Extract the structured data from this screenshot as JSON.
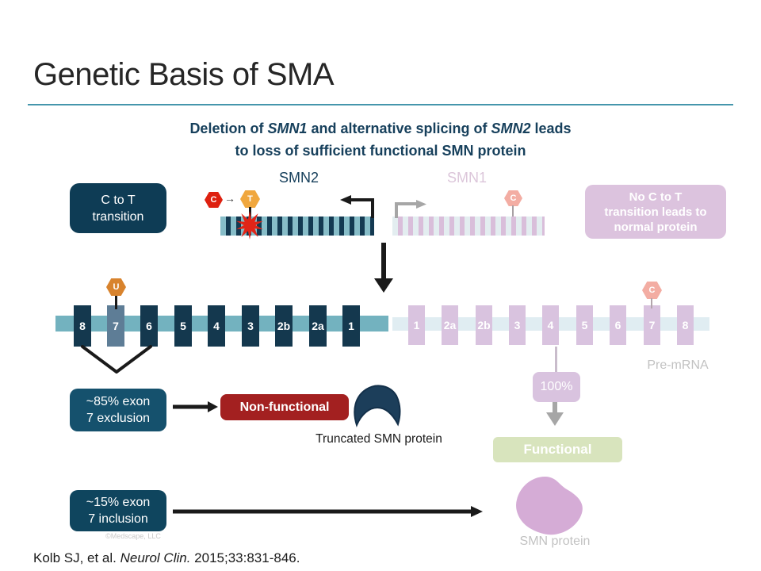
{
  "slide": {
    "title": "Genetic Basis of SMA",
    "subtitle": {
      "seg1": "Deletion of ",
      "gene1": "SMN1",
      "seg2": " and alternative splicing of ",
      "gene2": "SMN2",
      "seg3": " leads",
      "line2": "to loss of sufficient functional SMN protein"
    },
    "watermark": "©Medscape, LLC",
    "citation": {
      "pre": "Kolb SJ, et al. ",
      "journal": "Neurol Clin.",
      "post": " 2015;33:831-846."
    }
  },
  "smn2": {
    "label": "SMN2",
    "transition_box": {
      "line1": "C to T",
      "line2": "transition"
    },
    "hex_c": "C",
    "hex_arrow": "→",
    "hex_t": "T",
    "hex_u": "U",
    "exons": [
      "8",
      "7",
      "6",
      "5",
      "4",
      "3",
      "2b",
      "2a",
      "1"
    ],
    "exclusion_box": {
      "line1": "~85% exon",
      "line2": "7 exclusion"
    },
    "inclusion_box": {
      "line1": "~15% exon",
      "line2": "7 inclusion"
    },
    "nonfunctional_label": "Non-functional",
    "truncated_label": "Truncated SMN protein"
  },
  "smn1": {
    "label": "SMN1",
    "no_transition_box": {
      "line1": "No C to T",
      "line2": "transition leads to",
      "line3": "normal protein"
    },
    "hex_c_gene": "C",
    "hex_c_premrna": "C",
    "exons": [
      "1",
      "2a",
      "2b",
      "3",
      "4",
      "5",
      "6",
      "7",
      "8"
    ],
    "premrna_label": "Pre-mRNA",
    "percent_label": "100%",
    "functional_label": "Functional",
    "protein_label": "SMN protein"
  },
  "colors": {
    "navy": "#0E3C55",
    "exon_navy": "#14384E",
    "excluded_exon_blue": "#5E7D96",
    "teal_band": "#73B2BF",
    "teal_rule": "#4596AC",
    "subtitle_navy": "#17405C",
    "red_hex": "#DE2110",
    "orange_t": "#F0A73E",
    "orange_u": "#D8832D",
    "salmon_hex": "#F3ADA3",
    "nonfunctional_red": "#A32020",
    "pink_exon": "#D9C3DF",
    "pink_box": "#DCC3DE",
    "functional_green": "#D8E4BD",
    "protein_pink": "#D5ACD6",
    "gray_label": "#C2C2C2",
    "gray_arrow": "#A6A6A6"
  }
}
